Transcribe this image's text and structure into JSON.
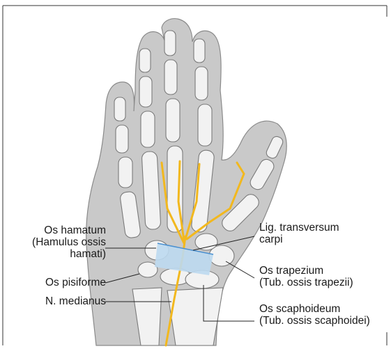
{
  "figure": {
    "colors": {
      "hand_fill": "#c9c9c9",
      "hand_stroke": "#8a8a8a",
      "bone_fill": "#f2f2f2",
      "bone_stroke": "#7a7a7a",
      "nerve": "#f2b81e",
      "ligament_fill": "#bcd9f0",
      "ligament_edge": "#4a90d0",
      "leader": "#222222",
      "frame": "#333333"
    }
  },
  "labels": {
    "os_hamatum": {
      "line1": "Os hamatum",
      "line2": "(Hamulus ossis",
      "line3": "hamati)"
    },
    "os_pisiforme": "Os pisiforme",
    "n_medianus": "N. medianus",
    "lig_transversum": {
      "line1": "Lig. transversum",
      "line2": "carpi"
    },
    "os_trapezium": {
      "line1": "Os trapezium",
      "line2": "(Tub. ossis trapezii)"
    },
    "os_scaphoideum": {
      "line1": "Os scaphoideum",
      "line2": "(Tub. ossis scaphoidei)"
    }
  }
}
